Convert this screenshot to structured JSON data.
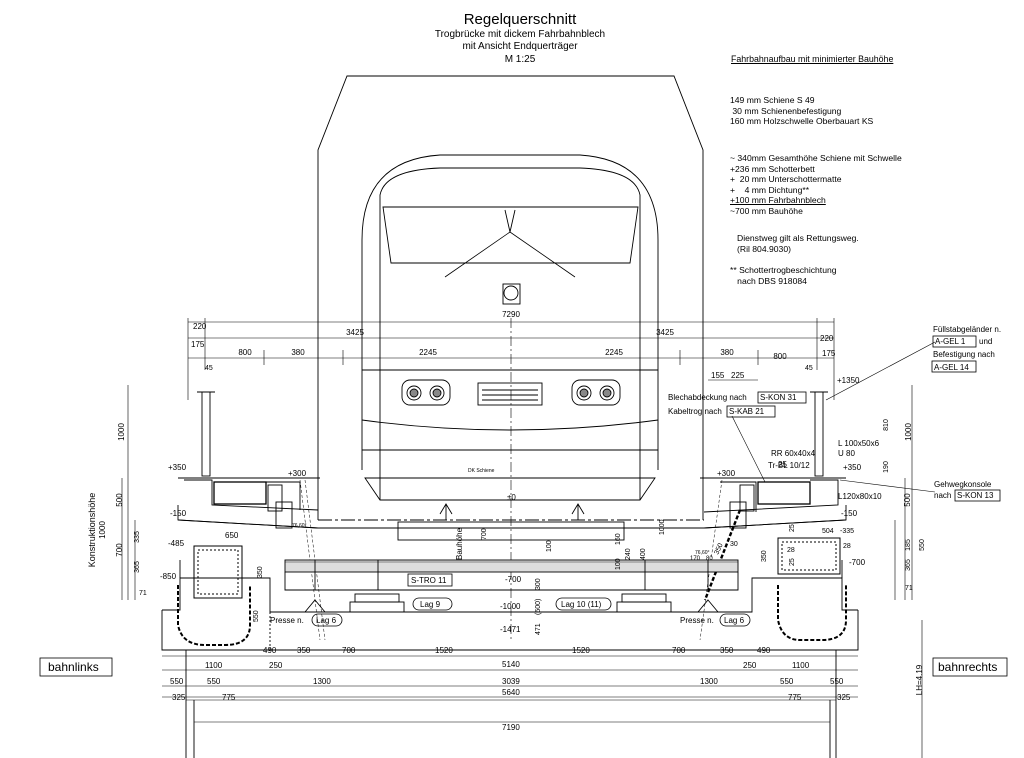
{
  "title": {
    "main": "Regelquerschnitt",
    "sub1": "Trogbrücke mit dickem Fahrbahnblech",
    "sub2": "mit Ansicht Endquerträger",
    "scale": "M 1:25"
  },
  "notes": {
    "heading": "Fahrbahnaufbau mit minimierter Bauhöhe",
    "group1": [
      "149 mm Schiene S 49",
      " 30 mm Schienenbefestigung",
      "160 mm Holzschwelle Oberbauart KS"
    ],
    "group2": [
      "~ 340mm Gesamthöhe Schiene mit Schwelle",
      "+236 mm Schotterbett",
      "+  20 mm Unterschottermatte",
      "+    4 mm Dichtung**"
    ],
    "group2_underlined": "+100 mm Fahrbahnblech",
    "group2_total": "~700 mm Bauhöhe",
    "rescue": [
      "Dienstweg gilt als Rettungsweg.",
      "(Ril 804.9030)"
    ],
    "coating": [
      "** Schottertrogbeschichtung",
      "   nach DBS 918084"
    ]
  },
  "dimensions": {
    "width_7290": "7290",
    "half_3425": "3425",
    "d220": "220",
    "d175": "175",
    "d800": "800",
    "d380": "380",
    "d2245": "2245",
    "d45": "45",
    "d155": "155",
    "d225": "225",
    "d1000": "1000",
    "d810": "810",
    "d190": "190",
    "d500": "500",
    "d700": "700",
    "d335": "335",
    "d365": "365",
    "d71": "71",
    "d550": "550",
    "d650": "650",
    "d350": "350",
    "d185": "185",
    "d1520": "1520",
    "d5140": "5140",
    "d490": "490",
    "d250": "250",
    "d1100": "1100",
    "d1300": "1300",
    "d3039": "3039",
    "d5640": "5640",
    "d325": "325",
    "d775": "775",
    "d7190": "7190",
    "d504": "504",
    "d25": "25",
    "d28": "28",
    "d160": "160",
    "d240": "240",
    "d400": "400",
    "d300": "300",
    "d100": "100",
    "d471": "471",
    "d500p": "(500)",
    "d30": "30",
    "d170": "170",
    "d80": "80"
  },
  "levels": {
    "plus1350": "+1350",
    "plus350": "+350",
    "plus300": "+300",
    "zero": "±0",
    "minus150": "-150",
    "minus485": "-485",
    "minus850": "-850",
    "minus700": "-700",
    "minus1000": "-1000",
    "minus1471": "-1471",
    "minus335": "-335"
  },
  "labels": {
    "konstruktionshoehe": "Konstruktionshöhe",
    "k1000": "1000",
    "bauhoehe": "Bauhöhe",
    "bahnlinks": "bahnlinks",
    "bahnrechts": "bahnrechts",
    "lh": "LH=4.19",
    "dk_schiene": "DK Schiene",
    "lag9": "Lag 9",
    "lag10": "Lag 10 (11)",
    "lag6": "Lag 6",
    "presse": "Presse n.",
    "stro11": "S-TRO 11",
    "blech_pre": "Blechabdeckung nach",
    "skon31": "S-KON 31",
    "kabel_pre": "Kabeltrog nach",
    "skab21": "S-KAB 21",
    "fuell1": "Füllstabgeländer n.",
    "agel1": "A-GEL 1",
    "und": "und",
    "befestigung": "Befestigung nach",
    "agel14": "A-GEL 14",
    "l100": "L 100x50x6",
    "u80": "U 80",
    "rr60": "RR 60x40x4",
    "trbl": "Tr-BL 10/12",
    "gehweg1": "Gehwegkonsole",
    "gehweg_pre": "nach",
    "skon13": "S-KON 13",
    "l120": "L120x80x10",
    "tro": "S-TRO",
    "ang1": "76,60°",
    "ang2": "76,60°",
    "ang3": "60"
  }
}
